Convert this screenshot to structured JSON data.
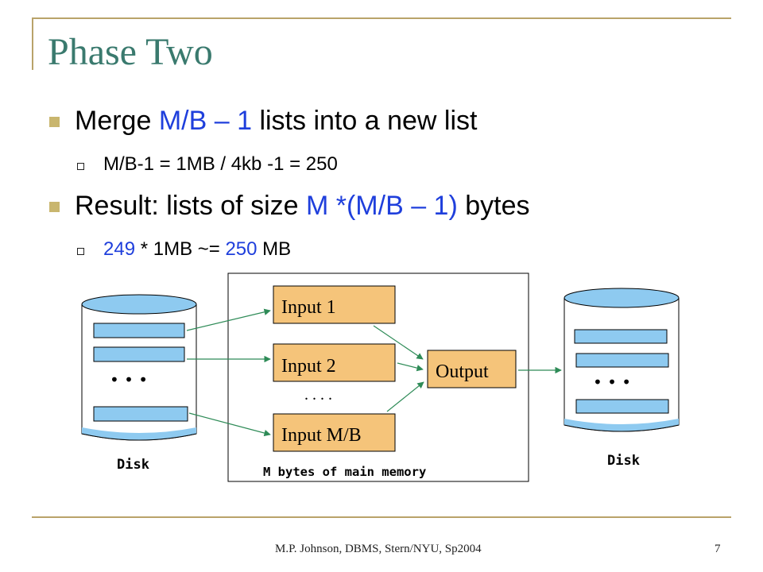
{
  "title": "Phase Two",
  "bullets": [
    {
      "parts": [
        {
          "text": "Merge ",
          "color": "black"
        },
        {
          "text": "M/B – 1",
          "color": "blue"
        },
        {
          "text": " lists into a new list",
          "color": "black"
        }
      ],
      "sub": {
        "parts": [
          {
            "text": "M/B-1 = 1MB / 4kb -1 = 250",
            "color": "black"
          }
        ]
      }
    },
    {
      "parts": [
        {
          "text": "Result: lists of size ",
          "color": "black"
        },
        {
          "text": "M *(M/B – 1)",
          "color": "blue"
        },
        {
          "text": " bytes",
          "color": "black"
        }
      ],
      "sub": {
        "parts": [
          {
            "text": "249",
            "color": "blue"
          },
          {
            "text": " * 1MB ~= ",
            "color": "black"
          },
          {
            "text": "250",
            "color": "blue"
          },
          {
            "text": " MB",
            "color": "black"
          }
        ]
      }
    }
  ],
  "diagram": {
    "inputs": [
      "Input 1",
      "Input 2",
      "Input M/B"
    ],
    "output": "Output",
    "dots_between_inputs": ". . . .",
    "disk_dots": "• • •",
    "disk_left_label": "Disk",
    "disk_right_label": "Disk",
    "memory_label": "M bytes of main memory"
  },
  "footer": {
    "text": "M.P. Johnson, DBMS, Stern/NYU, Sp2004",
    "page": "7"
  },
  "colors": {
    "title": "#3a7a6e",
    "accent_blue": "#1f3fdc",
    "bullet": "#c9b66e",
    "frame": "#b9a36a",
    "block": "#f5c47a",
    "disk_fill": "#8ecaf0",
    "arrow": "#2e8b57"
  }
}
